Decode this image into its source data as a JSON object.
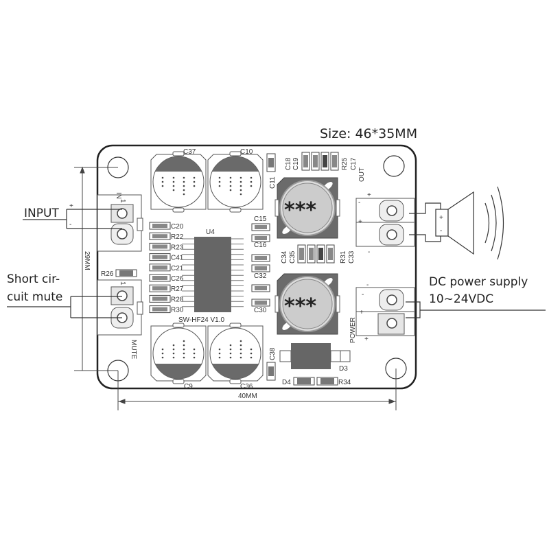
{
  "title": "Size: 46*35MM",
  "annotations": {
    "input": "INPUT",
    "short_mute_line1": "Short cir-",
    "short_mute_line2": "cuit mute",
    "power_line1": "DC power supply",
    "power_line2": "10~24VDC",
    "dim_height": "29MM",
    "dim_width": "40MM"
  },
  "board": {
    "model": "SW-HF24 V1.0",
    "ic": "U4",
    "in_label": "IN",
    "mute_label": "MUTE",
    "out_label": "OUT",
    "power_label": "POWER",
    "pin1": "1",
    "plus": "+",
    "minus": "-",
    "inductor_mark": "***",
    "left_components": [
      "C20",
      "R22",
      "R23",
      "C41",
      "C21",
      "C26",
      "R27",
      "R28",
      "R30"
    ],
    "right_components": {
      "c15": "C15",
      "c16": "C16",
      "c32": "C32",
      "c30": "C30"
    },
    "top_caps": {
      "left": "C37",
      "right": "C10"
    },
    "bottom_caps": {
      "left": "C9",
      "right": "C36"
    },
    "top_row": {
      "c18": "C18",
      "c19": "C19",
      "r25": "R25",
      "c17": "C17",
      "c11": "C11"
    },
    "mid_row": {
      "c34": "C34",
      "c35": "C35",
      "r31": "R31",
      "c33": "C33"
    },
    "misc": {
      "r26": "R26",
      "c38": "C38",
      "d3": "D3",
      "d4": "D4",
      "r34": "R34"
    }
  },
  "speaker": {
    "plus": "+",
    "minus": "-"
  }
}
